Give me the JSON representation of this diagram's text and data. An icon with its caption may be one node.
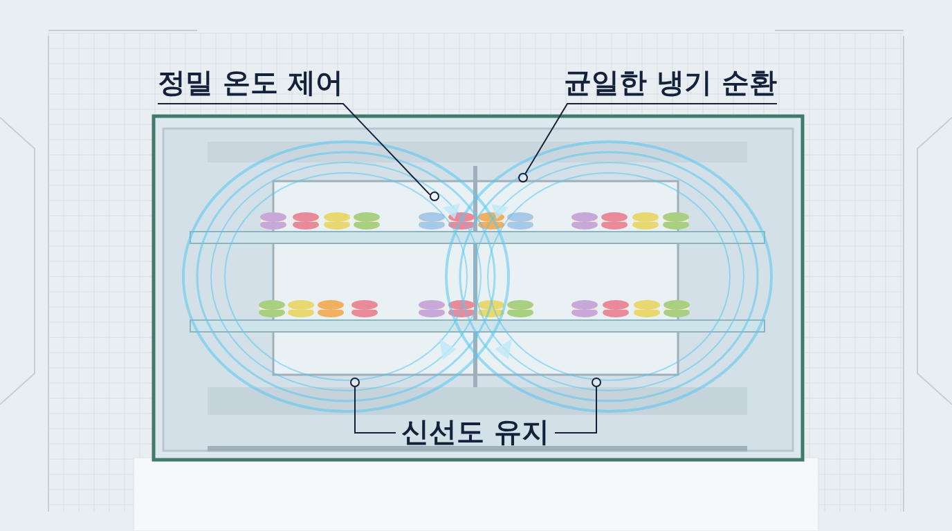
{
  "diagram": {
    "nodes": [
      {
        "text": [
          "정밀 온도 제어"
        ]
      },
      {
        "text": [
          "균일한 냉기 순환"
        ]
      },
      {
        "text": [
          "신선도 유지"
        ]
      },
      {
        "text": [],
        "shape": "circle"
      },
      {
        "text": [],
        "shape": "circle"
      },
      {
        "text": [],
        "shape": "circle"
      },
      {
        "text": [],
        "shape": "circle"
      }
    ],
    "edges": [
      {
        "from": 0,
        "to": 3,
        "arrow": "none"
      },
      {
        "from": 1,
        "to": 4,
        "arrow": "none"
      },
      {
        "from": 2,
        "to": 5,
        "arrow": "none"
      },
      {
        "from": 2,
        "to": 6,
        "arrow": "none"
      }
    ]
  }
}
